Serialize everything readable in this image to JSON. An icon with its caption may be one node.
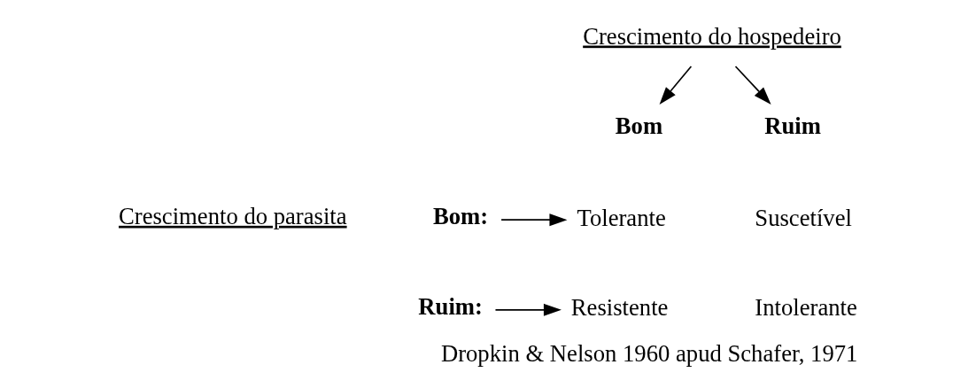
{
  "diagram": {
    "caption": "Dropkin & Nelson 1960 apud Schafer, 1971",
    "nodes": [
      {
        "text": [
          "Crescimento do hospedeiro"
        ]
      },
      {
        "text": [
          "Bom"
        ]
      },
      {
        "text": [
          "Ruim"
        ]
      },
      {
        "text": [
          "Crescimento do parasita"
        ]
      },
      {
        "text": [
          "Bom:"
        ]
      },
      {
        "text": [
          "Tolerante"
        ]
      },
      {
        "text": [
          "Suscetível"
        ]
      },
      {
        "text": [
          "Ruim:"
        ]
      },
      {
        "text": [
          "Resistente"
        ]
      },
      {
        "text": [
          "Intolerante"
        ]
      }
    ],
    "edges": [
      {
        "from": 0,
        "to": 1,
        "arrow": "to"
      },
      {
        "from": 0,
        "to": 2,
        "arrow": "to"
      },
      {
        "from": 4,
        "to": 5,
        "arrow": "to"
      },
      {
        "from": 7,
        "to": 8,
        "arrow": "to"
      }
    ]
  }
}
